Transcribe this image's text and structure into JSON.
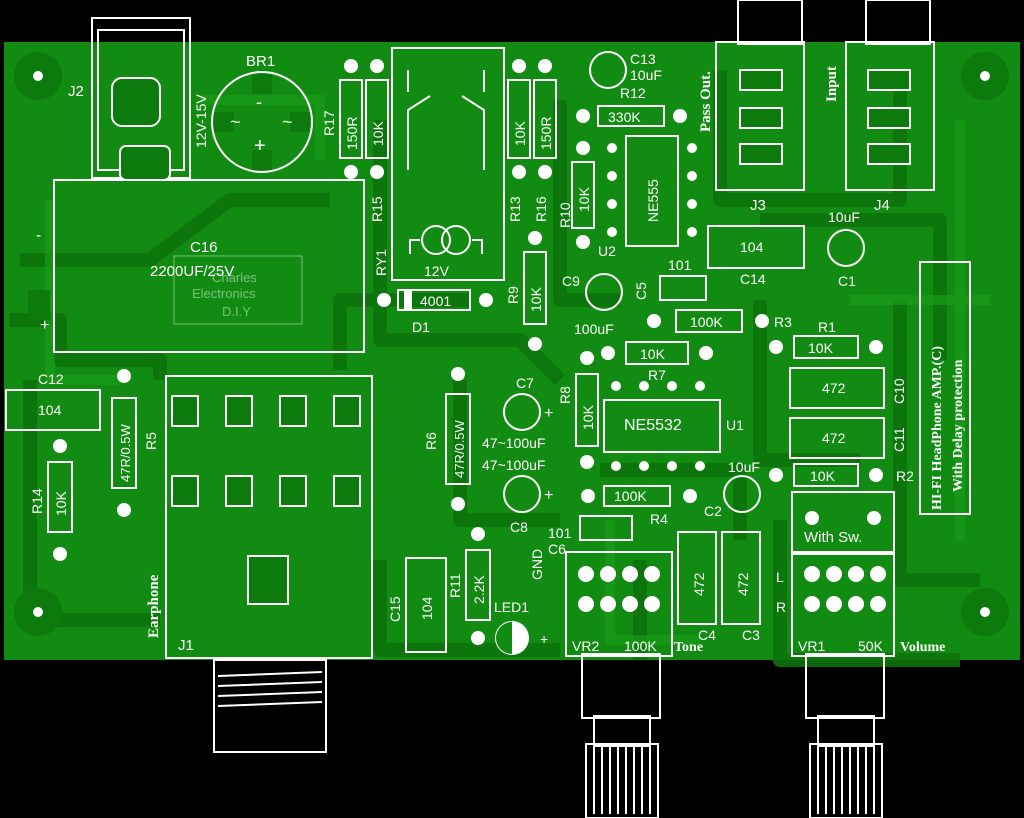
{
  "board": {
    "title_lines": [
      "HI-FI HeadPhone AMP.(C)",
      "With Delay protection"
    ],
    "colors": {
      "background": "#000000",
      "copper": "#118b11",
      "copper_dark": "#0d7a0d",
      "silk": "#ffffff"
    },
    "silk_watermark": [
      "Charles",
      "Electronics",
      "D.I.Y"
    ]
  },
  "components": [
    {
      "id": "j2",
      "ref": "J2",
      "value": "12V-15V"
    },
    {
      "id": "br1",
      "ref": "BR1",
      "value": ""
    },
    {
      "id": "r17",
      "ref": "R17",
      "value": "150R"
    },
    {
      "id": "r15",
      "ref": "R15",
      "value": "10K"
    },
    {
      "id": "ry1",
      "ref": "RY1",
      "value": "12V"
    },
    {
      "id": "r13",
      "ref": "R13",
      "value": "10K"
    },
    {
      "id": "r16",
      "ref": "R16",
      "value": "150R"
    },
    {
      "id": "c13",
      "ref": "C13",
      "value": "10uF"
    },
    {
      "id": "r12",
      "ref": "R12",
      "value": "330K"
    },
    {
      "id": "r10",
      "ref": "R10",
      "value": "10K"
    },
    {
      "id": "u2",
      "ref": "U2",
      "value": "NE555"
    },
    {
      "id": "j3",
      "ref": "J3",
      "value": "Pass Out."
    },
    {
      "id": "j4",
      "ref": "J4",
      "value": "Input"
    },
    {
      "id": "c16",
      "ref": "C16",
      "value": "2200UF/25V"
    },
    {
      "id": "d1",
      "ref": "D1",
      "value": "4001"
    },
    {
      "id": "r9",
      "ref": "R9",
      "value": "10K"
    },
    {
      "id": "c9",
      "ref": "C9",
      "value": "100uF"
    },
    {
      "id": "c5",
      "ref": "C5",
      "value": "101"
    },
    {
      "id": "c14",
      "ref": "C14",
      "value": "104"
    },
    {
      "id": "c1",
      "ref": "C1",
      "value": "10uF"
    },
    {
      "id": "r3",
      "ref": "R3",
      "value": "100K"
    },
    {
      "id": "r7",
      "ref": "R7",
      "value": "10K"
    },
    {
      "id": "r1",
      "ref": "R1",
      "value": "10K"
    },
    {
      "id": "c12",
      "ref": "C12",
      "value": "104"
    },
    {
      "id": "r5",
      "ref": "R5",
      "value": "47R/0.5W"
    },
    {
      "id": "r6",
      "ref": "R6",
      "value": "47R/0.5W"
    },
    {
      "id": "c7",
      "ref": "C7",
      "value": "47~100uF"
    },
    {
      "id": "r8",
      "ref": "R8",
      "value": "10K"
    },
    {
      "id": "u1",
      "ref": "U1",
      "value": "NE5532"
    },
    {
      "id": "c10",
      "ref": "C10",
      "value": "472"
    },
    {
      "id": "c11",
      "ref": "C11",
      "value": "472"
    },
    {
      "id": "r14",
      "ref": "R14",
      "value": "10K"
    },
    {
      "id": "c8",
      "ref": "C8",
      "value": "47~100uF"
    },
    {
      "id": "r4",
      "ref": "R4",
      "value": "100K"
    },
    {
      "id": "c2",
      "ref": "C2",
      "value": "10uF"
    },
    {
      "id": "r2",
      "ref": "R2",
      "value": "10K"
    },
    {
      "id": "c6",
      "ref": "C6",
      "value": "101"
    },
    {
      "id": "r11",
      "ref": "R11",
      "value": "2.2K"
    },
    {
      "id": "c15",
      "ref": "C15",
      "value": "104"
    },
    {
      "id": "led1",
      "ref": "LED1",
      "value": ""
    },
    {
      "id": "c4",
      "ref": "C4",
      "value": "472"
    },
    {
      "id": "c3",
      "ref": "C3",
      "value": "472"
    },
    {
      "id": "vr2",
      "ref": "VR2",
      "value": "100K",
      "function": "Tone"
    },
    {
      "id": "vr1",
      "ref": "VR1",
      "value": "50K",
      "function": "Volume",
      "note": "With Sw."
    },
    {
      "id": "j1",
      "ref": "J1",
      "value": "Earphone"
    }
  ],
  "markings": {
    "gnd": "GND",
    "left": "L",
    "right": "R",
    "plus": "+",
    "minus": "-",
    "tilde": "~"
  }
}
